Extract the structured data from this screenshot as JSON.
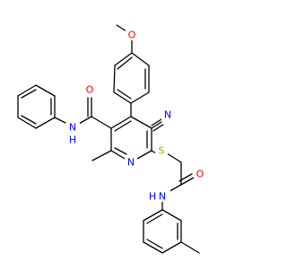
{
  "molecule": {
    "labels": {
      "methoxy_o": "O",
      "cyano_n": "N",
      "carbonyl_o1": "O",
      "amide_n1": "N",
      "amide_h1": "H",
      "pyridine_n": "N",
      "thio_s": "S",
      "carbonyl_o2": "O",
      "amide_n2": "N",
      "amide_h2": "H"
    },
    "colors": {
      "oxygen": "#ff0000",
      "nitrogen": "#0000ff",
      "sulfur": "#b8a000",
      "carbon": "#000000",
      "background": "#ffffff"
    }
  }
}
